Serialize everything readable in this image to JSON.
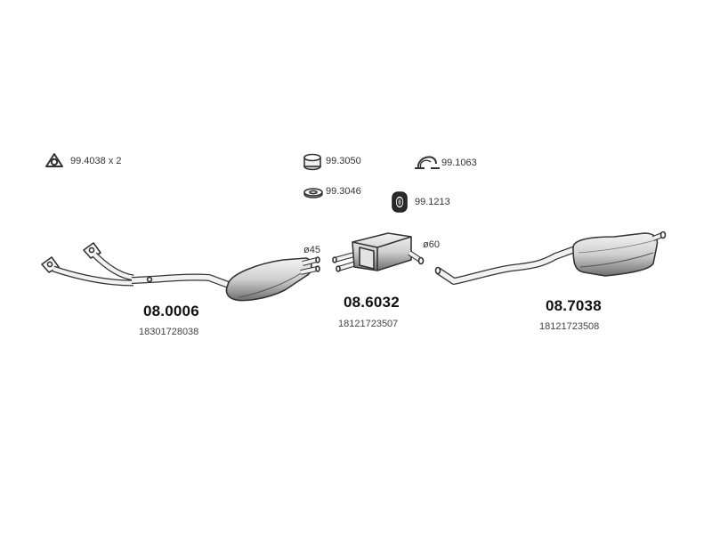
{
  "accessories": [
    {
      "id": "acc-1",
      "icon": "gasket-ring-icon",
      "code": "99.4038 x 2"
    },
    {
      "id": "acc-2",
      "icon": "flange-ring-icon",
      "code": "99.3050"
    },
    {
      "id": "acc-3",
      "icon": "pipe-clamp-icon",
      "code": "99.1063"
    },
    {
      "id": "acc-4",
      "icon": "seal-washer-icon",
      "code": "99.3046"
    },
    {
      "id": "acc-5",
      "icon": "rubber-mount-icon",
      "code": "99.1213"
    }
  ],
  "diameters": {
    "front": "ø45",
    "middle": "ø60"
  },
  "parts": [
    {
      "id": "front-pipe-catalyst",
      "number": "08.0006",
      "oe": "18301728038"
    },
    {
      "id": "middle-silencer",
      "number": "08.6032",
      "oe": "18121723507"
    },
    {
      "id": "rear-silencer",
      "number": "08.7038",
      "oe": "18121723508"
    }
  ],
  "colors": {
    "line": "#333333",
    "fill_light": "#e6e6e6",
    "fill_dark": "#8a8a8a"
  }
}
